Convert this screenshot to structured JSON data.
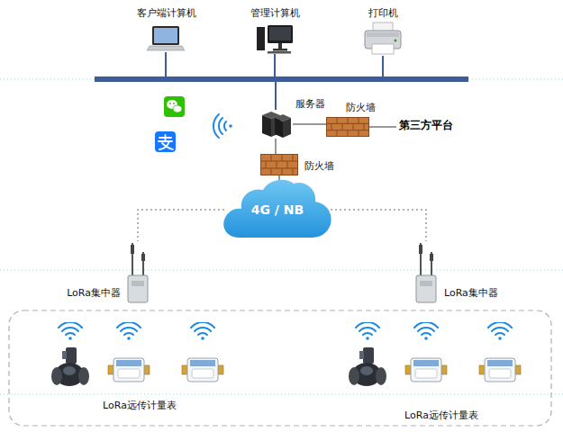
{
  "diagram": {
    "nodes": [
      {
        "text": [
          "客户端计算机"
        ]
      },
      {
        "text": [
          "管理计算机"
        ]
      },
      {
        "text": [
          "打印机"
        ]
      },
      {
        "text": [
          "服务器"
        ]
      },
      {
        "text": [
          "防火墙"
        ]
      },
      {
        "text": [
          "第三方平台"
        ]
      },
      {
        "text": [
          "防火墙"
        ]
      },
      {
        "text": [
          "4G / NB"
        ]
      },
      {
        "text": [
          "LoRa集中器"
        ]
      },
      {
        "text": [
          "LoRa集中器"
        ]
      },
      {
        "text": [
          "LoRa远传计量表"
        ]
      },
      {
        "text": [
          "LoRa远传计量表"
        ]
      }
    ],
    "edges": [
      {
        "from": 0,
        "to": 3,
        "arrow": "none"
      },
      {
        "from": 1,
        "to": 3,
        "arrow": "none"
      },
      {
        "from": 2,
        "to": 3,
        "arrow": "none"
      },
      {
        "from": 3,
        "to": 4,
        "arrow": "none"
      },
      {
        "from": 4,
        "to": 5,
        "arrow": "none"
      },
      {
        "from": 3,
        "to": 6,
        "arrow": "none"
      },
      {
        "from": 6,
        "to": 7,
        "arrow": "none"
      },
      {
        "from": 7,
        "to": 8,
        "arrow": "none"
      },
      {
        "from": 7,
        "to": 9,
        "arrow": "none"
      }
    ]
  }
}
